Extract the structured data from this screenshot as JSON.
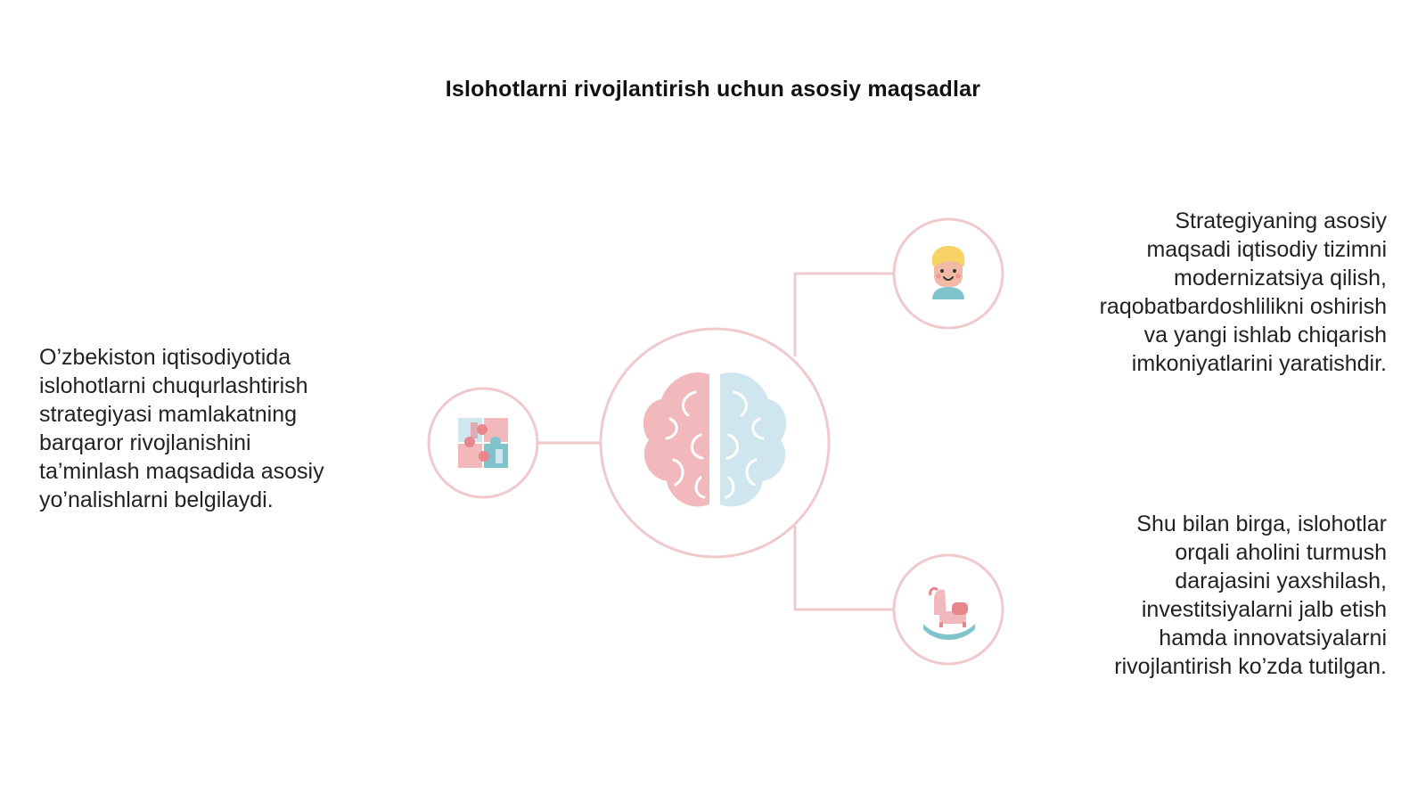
{
  "title": "Islohotlarni rivojlantirish uchun asosiy maqsadlar",
  "colors": {
    "line": "#efc9cc",
    "pink": "#f1b9bc",
    "pink_dark": "#e9868c",
    "blue": "#cfe6ee",
    "teal": "#7fc4cc"
  },
  "nodes": {
    "center_icon": "brain-icon",
    "left_icon": "puzzle-icon",
    "top_right_icon": "child-avatar-icon",
    "bottom_right_icon": "rocking-horse-icon"
  },
  "texts": {
    "left": "O’zbekiston iqtisodiyotida\nislohotlarni chuqurlashtirish\nstrategiyasi mamlakatning\nbarqaror rivojlanishini\nta’minlash maqsadida asosiy\nyo’nalishlarni belgilaydi.",
    "right_top": "Strategiyaning asosiy\nmaqsadi iqtisodiy tizimni\nmodernizatsiya qilish,\nraqobatbardoshlilikni oshirish\nva yangi ishlab chiqarish\nimkoniyatlarini yaratishdir.",
    "right_bottom": "Shu bilan birga, islohotlar\norqali aholini turmush\ndarajasini yaxshilash,\ninvestitsiyalarni jalb etish\nhamda innovatsiyalarni\nrivojlantirish ko’zda tutilgan."
  }
}
